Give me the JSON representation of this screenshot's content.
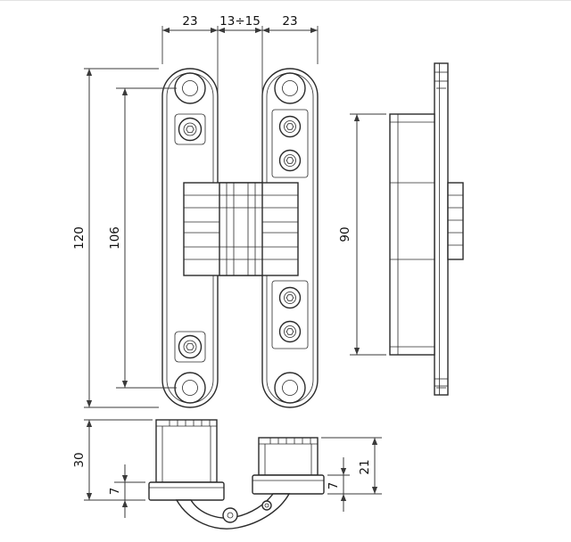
{
  "drawing": {
    "dimensions": {
      "top": [
        "23",
        "13÷15",
        "23"
      ],
      "left": [
        "120",
        "106"
      ],
      "side": [
        "90"
      ],
      "bottom_left": [
        "30",
        "7"
      ],
      "bottom_right": [
        "21",
        "7"
      ]
    },
    "colors": {
      "line": "#2b2b2b",
      "dimension": "#3a3a3a",
      "background": "#ffffff"
    }
  }
}
